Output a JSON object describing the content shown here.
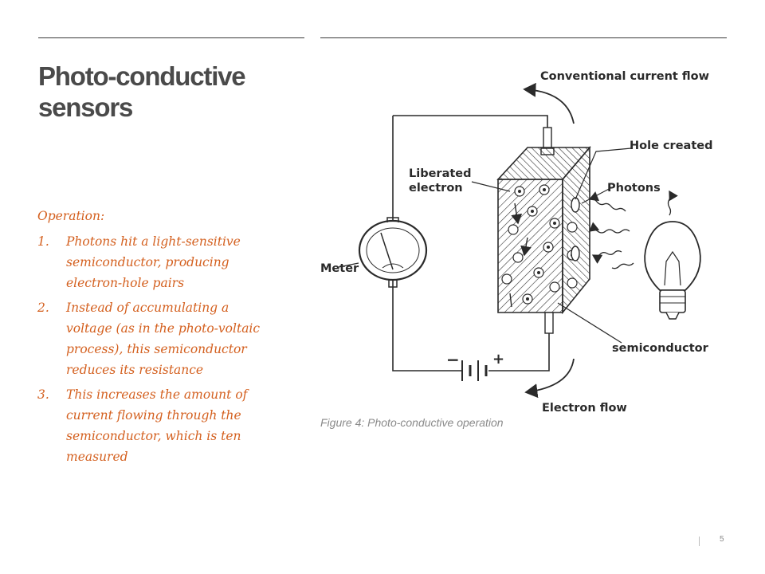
{
  "slide": {
    "title": "Photo-conductive sensors",
    "page_number": "5"
  },
  "content": {
    "heading": "Operation:",
    "steps": [
      {
        "num": "1.",
        "text": "Photons hit a light-sensitive semiconductor, producing electron-hole pairs"
      },
      {
        "num": "2.",
        "text": "Instead of accumulating a voltage (as in the photo-voltaic process), this semiconductor reduces its resistance"
      },
      {
        "num": "3.",
        "text": "This increases the amount of current flowing through the semiconductor, which is ten measured"
      }
    ]
  },
  "figure": {
    "caption": "Figure 4: Photo-conductive operation",
    "labels": {
      "conventional_current": "Conventional current flow",
      "hole_created": "Hole created",
      "liberated_line1": "Liberated",
      "liberated_line2": "electron",
      "photons": "Photons",
      "meter": "Meter",
      "semiconductor": "semiconductor",
      "electron_flow": "Electron flow",
      "minus": "−",
      "plus": "+"
    }
  }
}
